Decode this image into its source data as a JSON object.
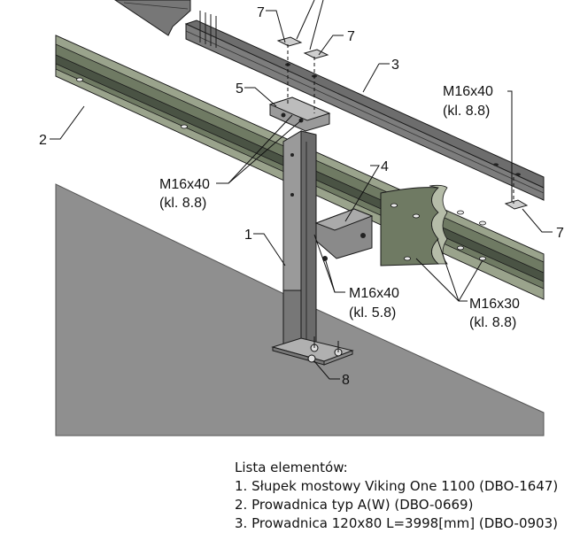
{
  "callouts": {
    "n1": "1",
    "n2": "2",
    "n3": "3",
    "n4": "4",
    "n5": "5",
    "n7a": "7",
    "n7b": "7",
    "n7c": "7",
    "n8": "8"
  },
  "bolts": {
    "top_right": {
      "size": "M16x40",
      "class": "(kl. 8.8)"
    },
    "middle_left": {
      "size": "M16x40",
      "class": "(kl. 8.8)"
    },
    "lower_center": {
      "size": "M16x40",
      "class": "(kl. 5.8)"
    },
    "lower_right": {
      "size": "M16x30",
      "class": "(kl. 8.8)"
    }
  },
  "parts_list": {
    "heading": "Lista elementów:",
    "items": [
      "1. Słupek mostowy Viking One 1100 (DBO-1647)",
      "2. Prowadnica typ A(W) (DBO-0669)",
      "3. Prowadnica 120x80 L=3998[mm] (DBO-0903)"
    ]
  },
  "colors": {
    "rail": "#6f7a63",
    "rail_dark": "#4a5344",
    "rail_light": "#9aa38c",
    "ground": "#8f8f8f",
    "post": "#808080",
    "outline": "#1a1a1a"
  }
}
